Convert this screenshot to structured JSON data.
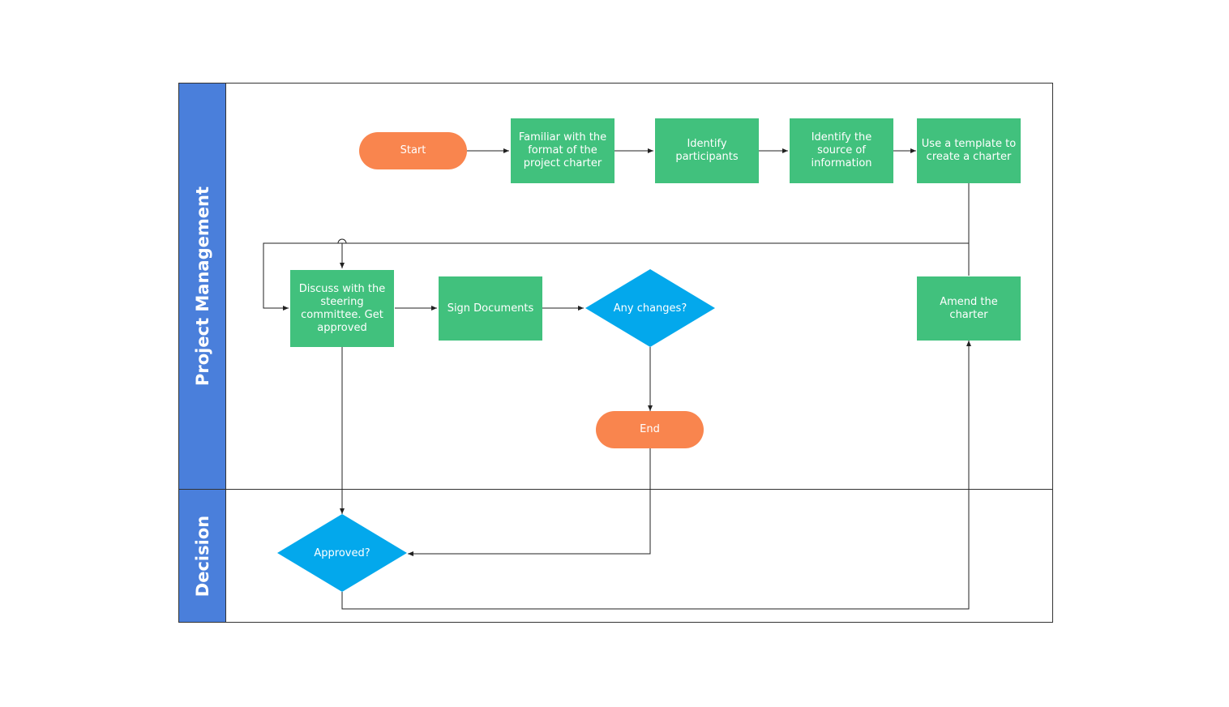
{
  "colors": {
    "lane_header": "#4a7fdb",
    "process": "#41c17d",
    "terminal": "#f9854e",
    "decision": "#03a8ec",
    "line": "#222222"
  },
  "lanes": [
    {
      "title": "Project Management"
    },
    {
      "title": "Decision"
    }
  ],
  "nodes": {
    "start": "Start",
    "familiar": "Familiar with the format of the project charter",
    "identify_participants": "Identify participants",
    "identify_source": "Identify the source of information",
    "use_template": "Use a template to create a charter",
    "discuss": "Discuss with the steering committee. Get approved",
    "sign_documents": "Sign Documents",
    "any_changes": "Any changes?",
    "amend": "Amend the charter",
    "end": "End",
    "approved": "Approved?"
  }
}
